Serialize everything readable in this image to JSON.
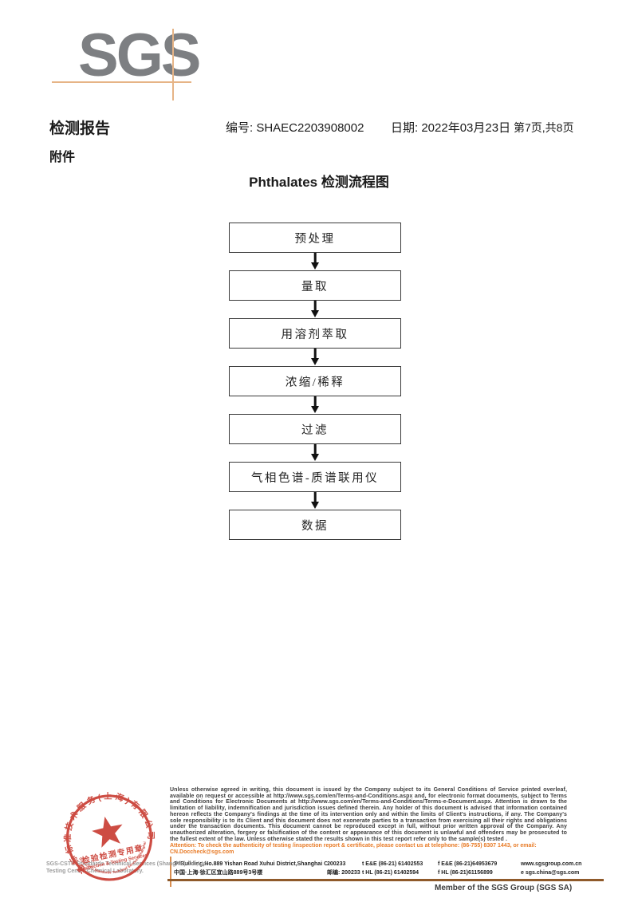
{
  "header": {
    "logo_text": "SGS",
    "report_title": "检测报告",
    "report_no": "编号: SHAEC2203908002",
    "report_date": "日期: 2022年03月23日",
    "page_info": "第7页,共8页",
    "attachment_label": "附件"
  },
  "flowchart": {
    "title": "Phthalates 检测流程图",
    "steps": [
      "预处理",
      "量取",
      "用溶剂萃取",
      "浓缩/稀释",
      "过滤",
      "气相色谱-质谱联用仪",
      "数据"
    ]
  },
  "stamp": {
    "ring_text": "通标标准技术服务(上海)有限公司",
    "seal_label_cn": "检验检测专用章",
    "seal_label_en": "Inspection & Testing Services",
    "bottom_arc_text": "SGS-CSTC Standards Technical Services(Shanghai)Co.,Ltd.",
    "company_en_line1": "SGS-CSTC Standards Technical Services (Shanghai) Co.,Ltd.",
    "company_en_line2": "Testing Center-Chemical Laboratory."
  },
  "legal": {
    "paragraph": "Unless otherwise agreed in writing, this document is issued by the Company subject to its General Conditions of Service printed overleaf, available on request or accessible at http://www.sgs.com/en/Terms-and-Conditions.aspx and, for electronic format documents, subject to Terms and Conditions for Electronic Documents at http://www.sgs.com/en/Terms-and-Conditions/Terms-e-Document.aspx. Attention is drawn to the limitation of liability, indemnification and jurisdiction issues defined therein. Any holder of this document is advised that information contained hereon reflects the Company's findings at the time of its intervention only and within the limits of Client's instructions, if any. The Company's sole responsibility is to its Client and this document does not exonerate parties to a transaction from exercising all their rights and obligations under the transaction documents. This document cannot be reproduced except in full, without prior written approval of the Company. Any unauthorized alteration, forgery or falsification of the content or appearance of this document is unlawful and offenders may be prosecuted to the fullest extent of the law. Unless otherwise stated the results shown in this test report refer only to the sample(s) tested .",
    "attention": "Attention: To check the authenticity of testing /inspection report & certificate, please contact us at telephone: (86-755) 8307 1443, or email: CN.Doccheck@sgs.com"
  },
  "footer": {
    "address_en": "3ʳᵈBuilding,No.889 Yishan Road Xuhui District,Shanghai China",
    "postcode_en": "200233",
    "tel_en": "t E&E (86-21) 61402553",
    "fax_en": "f E&E (86-21)64953679",
    "web": "www.sgsgroup.com.cn",
    "address_cn": "中国·上海·徐汇区宜山路889号3号楼",
    "postcode_cn": "邮编: 200233",
    "tel_cn": "t HL (86-21) 61402594",
    "fax_cn": "f HL (86-21)61156899",
    "email": "e sgs.china@sgs.com",
    "member_label": "Member of the SGS Group (SGS SA)"
  },
  "colors": {
    "accent_orange": "#e87a25",
    "stamp_red": "#c8392f",
    "logo_gray": "#7d7f82",
    "tan_line": "#e6b486",
    "footer_line_brown": "#8f5a2a"
  }
}
